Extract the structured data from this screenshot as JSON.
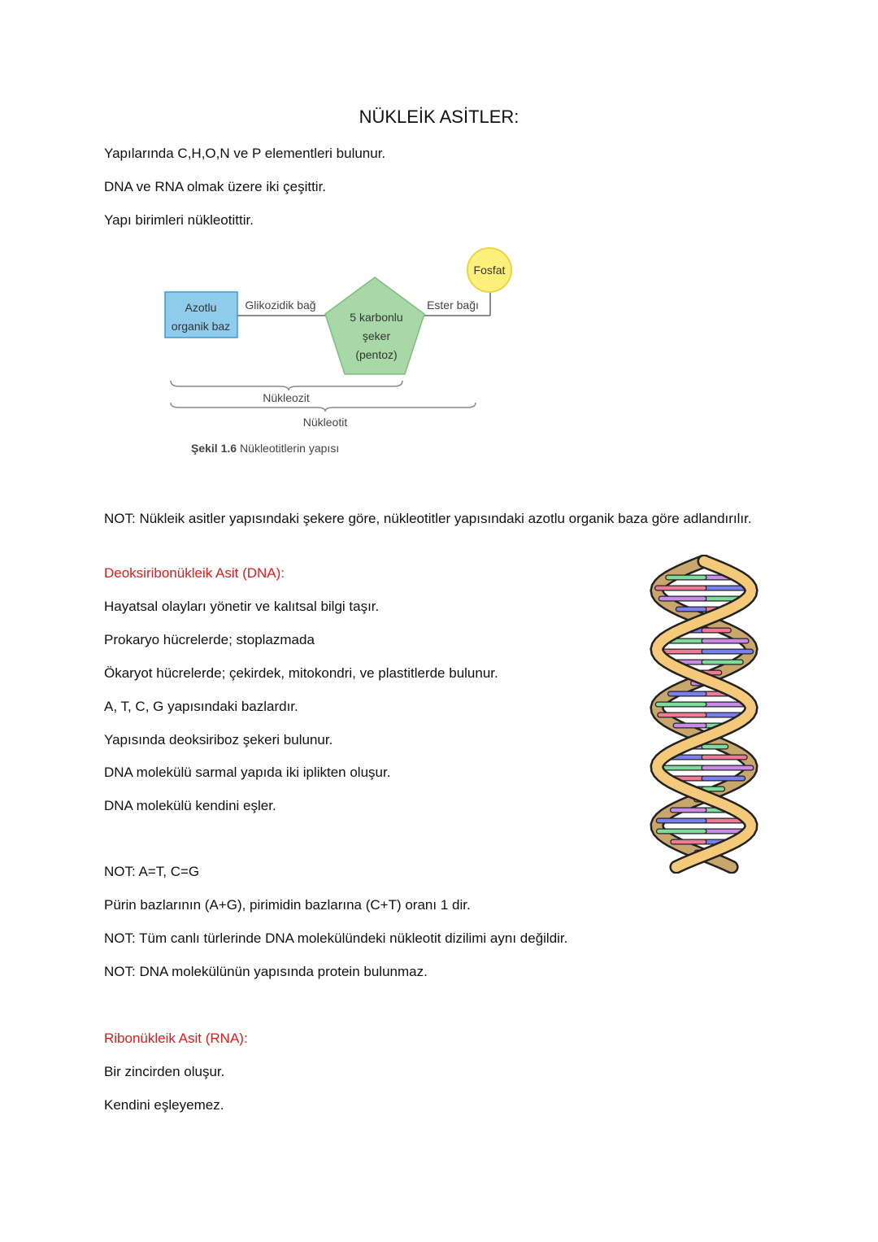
{
  "title": "NÜKLEİK ASİTLER:",
  "intro": [
    "Yapılarında C,H,O,N ve P elementleri bulunur.",
    "DNA ve RNA olmak üzere iki çeşittir.",
    "Yapı birimleri nükleotittir."
  ],
  "figure": {
    "base_label_1": "Azotlu",
    "base_label_2": "organik baz",
    "glycosidic": "Glikozidik bağ",
    "sugar_1": "5 karbonlu",
    "sugar_2": "şeker",
    "sugar_3": "(pentoz)",
    "ester": "Ester bağı",
    "phosphate": "Fosfat",
    "nucleoside": "Nükleozit",
    "nucleotide": "Nükleotit",
    "caption_bold": "Şekil 1.6",
    "caption_text": "Nükleotitlerin yapısı",
    "colors": {
      "base_box": "#8fcbea",
      "pentagon": "#a8d8a8",
      "phosphate": "#fdf07a"
    }
  },
  "note_naming": "NOT: Nükleik asitler yapısındaki şekere göre, nükleotitler yapısındaki azotlu organik baza göre adlandırılır.",
  "dna": {
    "heading": "Deoksiribonükleik Asit (DNA):",
    "lines": [
      "Hayatsal olayları yönetir ve kalıtsal bilgi taşır.",
      "Prokaryo hücrelerde; stoplazmada",
      "Ökaryot hücrelerde; çekirdek, mitokondri, ve plastitlerde bulunur.",
      "A, T, C, G yapısındaki bazlardır.",
      "Yapısında deoksiriboz şekeri bulunur.",
      "DNA molekülü sarmal yapıda iki iplikten oluşur.",
      "DNA molekülü kendini eşler."
    ],
    "notes": [
      "NOT: A=T, C=G",
      "Pürin bazlarının (A+G), pirimidin bazlarına (C+T) oranı 1 dir.",
      "NOT: Tüm canlı türlerinde DNA molekülündeki nükleotit dizilimi aynı değildir.",
      "NOT: DNA molekülünün yapısında protein bulunmaz."
    ]
  },
  "rna": {
    "heading": "Ribonükleik Asit (RNA):",
    "lines": [
      "Bir zincirden oluşur.",
      "Kendini eşleyemez."
    ]
  },
  "colors": {
    "heading_red": "#e01b1b",
    "helix_front": "#f5c97a",
    "helix_back": "#c9a66b"
  }
}
